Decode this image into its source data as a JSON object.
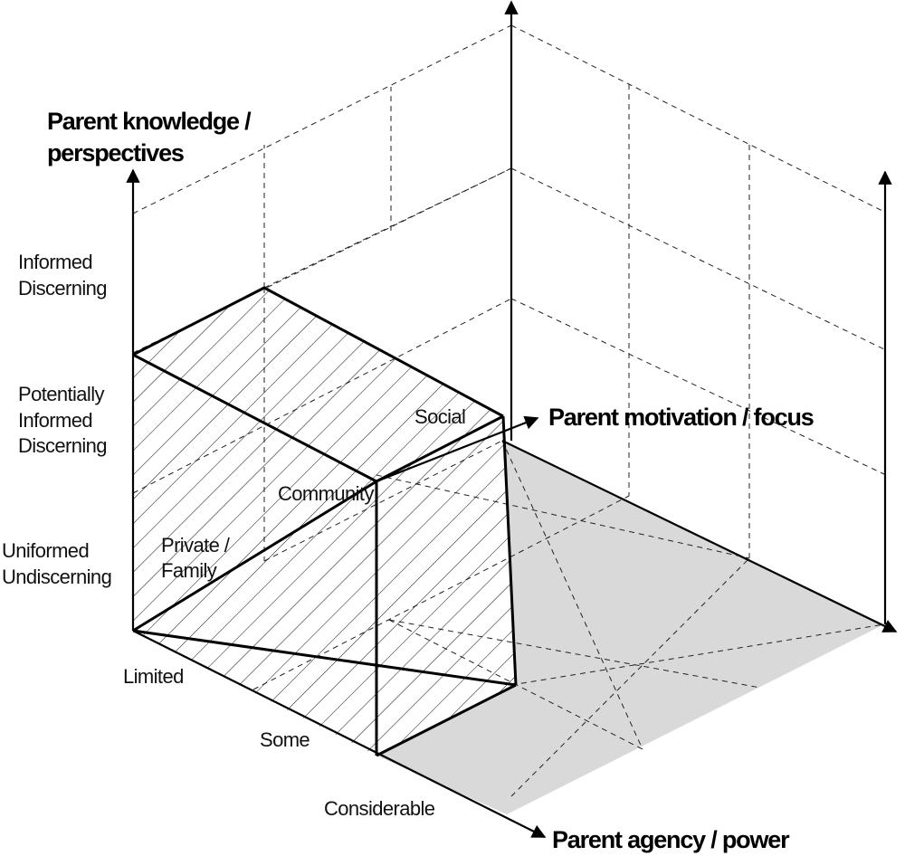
{
  "axes": {
    "vertical_title": [
      "Parent knowledge /",
      "perspectives"
    ],
    "depth_title": "Parent motivation / focus",
    "horizontal_title": "Parent agency / power"
  },
  "vertical_levels": [
    [
      "Informed",
      "Discerning"
    ],
    [
      "Potentially",
      "Informed",
      "Discerning"
    ],
    [
      "Uniformed",
      "Undiscerning"
    ]
  ],
  "agency_levels": [
    "Limited",
    "Some",
    "Considerable"
  ],
  "focus_levels": [
    "Private /",
    "Family",
    "Community",
    "Social"
  ]
}
